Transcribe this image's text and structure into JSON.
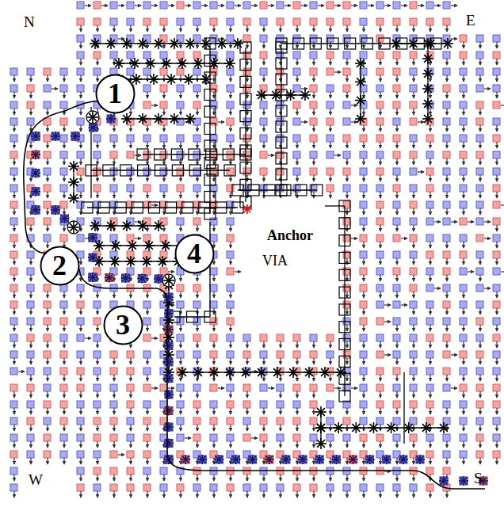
{
  "diagram": {
    "nodes": [
      {
        "text": [
          "1"
        ]
      },
      {
        "text": [
          "2"
        ]
      },
      {
        "text": [
          "3"
        ]
      },
      {
        "text": [
          "4"
        ]
      }
    ],
    "labels": [
      "N",
      "E",
      "W",
      "S",
      "Anchor",
      "VIA"
    ]
  }
}
